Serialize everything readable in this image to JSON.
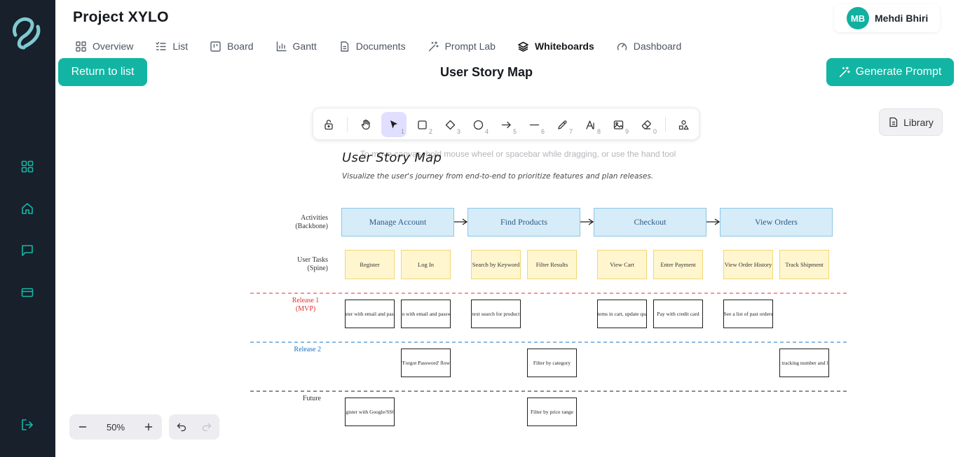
{
  "project": {
    "title": "Project XYLO"
  },
  "user": {
    "initials": "MB",
    "name": "Mehdi Bhiri"
  },
  "tabs": [
    {
      "label": "Overview",
      "icon": "grid-icon"
    },
    {
      "label": "List",
      "icon": "list-icon"
    },
    {
      "label": "Board",
      "icon": "board-icon"
    },
    {
      "label": "Gantt",
      "icon": "bar-chart-icon"
    },
    {
      "label": "Documents",
      "icon": "document-icon"
    },
    {
      "label": "Prompt Lab",
      "icon": "magic-wand-icon"
    },
    {
      "label": "Whiteboards",
      "icon": "layers-icon",
      "active": true
    },
    {
      "label": "Dashboard",
      "icon": "gauge-icon"
    }
  ],
  "actions": {
    "return_label": "Return to list",
    "board_title": "User Story Map",
    "generate_label": "Generate Prompt",
    "library_label": "Library"
  },
  "toolbar": {
    "tools": [
      {
        "name": "lock",
        "key": ""
      },
      {
        "name": "hand",
        "key": ""
      },
      {
        "name": "selection",
        "key": "1",
        "active": true
      },
      {
        "name": "rectangle",
        "key": "2"
      },
      {
        "name": "diamond",
        "key": "3"
      },
      {
        "name": "ellipse",
        "key": "4"
      },
      {
        "name": "arrow",
        "key": "5"
      },
      {
        "name": "line",
        "key": "6"
      },
      {
        "name": "draw",
        "key": "7"
      },
      {
        "name": "text",
        "key": "8"
      },
      {
        "name": "image",
        "key": "9"
      },
      {
        "name": "eraser",
        "key": "0"
      },
      {
        "name": "more-tools",
        "key": ""
      }
    ]
  },
  "canvas": {
    "hint": "To move canvas, hold mouse wheel or spacebar while dragging, or use the hand tool",
    "title": "User Story Map",
    "subtitle": "Visualize the user's journey from end-to-end to prioritize features and plan releases.",
    "row_labels": {
      "activities": [
        "Activities",
        "(Backbone)"
      ],
      "tasks": [
        "User Tasks",
        "(Spine)"
      ],
      "release1": [
        "Release 1",
        "(MVP)"
      ],
      "release2": "Release 2",
      "future": "Future"
    },
    "activities": [
      "Manage Account",
      "Find Products",
      "Checkout",
      "View Orders"
    ],
    "tasks": [
      "Register",
      "Log In",
      "Search by Keyword",
      "Filter Results",
      "View Cart",
      "Enter Payment",
      "View Order History",
      "Track Shipment"
    ],
    "stories": {
      "release1": [
        "ister with email and pass",
        "in with email and passw",
        "text search for product",
        "items in cart, update qua",
        "Pay with credit card",
        "See a list of past orders"
      ],
      "release2": [
        "'Forgot Password' flow",
        "Filter by category",
        "t tracking number and li"
      ],
      "future": [
        "egister with Google/SSO",
        "Filter by price range"
      ]
    },
    "colors": {
      "activity_fill": "#d6ecf8",
      "task_fill": "#fff6cf",
      "release1_line": "#e03131",
      "release2_line": "#1971c2",
      "future_line": "#1e1e1e"
    }
  },
  "zoom": {
    "level": "50%"
  },
  "colors": {
    "accent": "#12b5a3",
    "rail": "#17202b"
  }
}
